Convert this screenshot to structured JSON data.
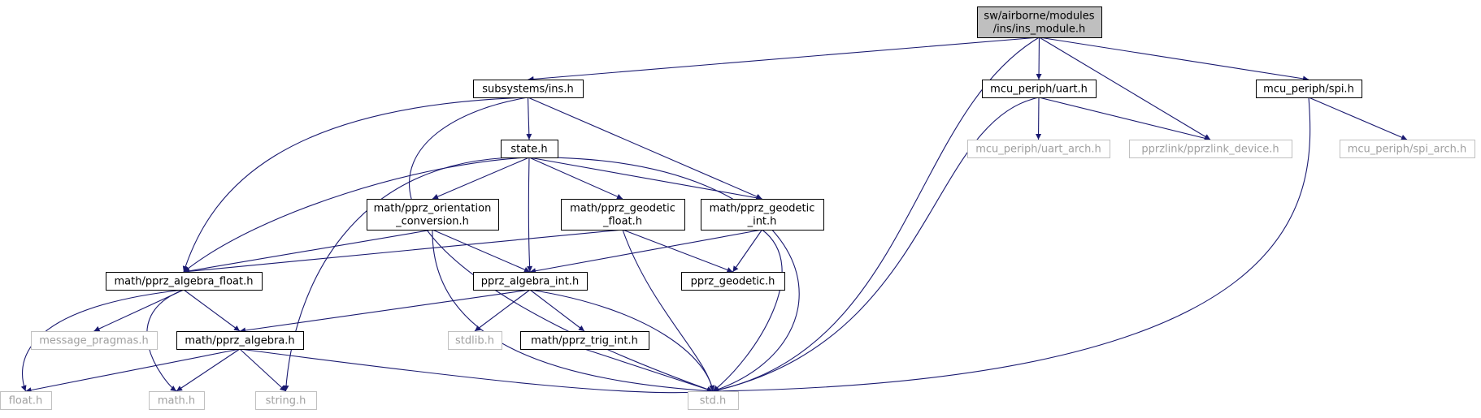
{
  "colors": {
    "edge": "#191970",
    "root_fill": "#bfbfbf",
    "node_border": "#000000",
    "external_border": "#c0c0c0",
    "external_text": "#a0a0a0",
    "text": "#000000"
  },
  "nodes": {
    "ins_module": {
      "lines": [
        "sw/airborne/modules",
        "/ins/ins_module.h"
      ],
      "kind": "root"
    },
    "subsystems_ins": {
      "lines": [
        "subsystems/ins.h"
      ],
      "kind": "normal"
    },
    "state_h": {
      "lines": [
        "state.h"
      ],
      "kind": "normal"
    },
    "orientation_conversion": {
      "lines": [
        "math/pprz_orientation",
        "_conversion.h"
      ],
      "kind": "normal"
    },
    "geodetic_float": {
      "lines": [
        "math/pprz_geodetic",
        "_float.h"
      ],
      "kind": "normal"
    },
    "geodetic_int": {
      "lines": [
        "math/pprz_geodetic",
        "_int.h"
      ],
      "kind": "normal"
    },
    "algebra_float": {
      "lines": [
        "math/pprz_algebra_float.h"
      ],
      "kind": "normal"
    },
    "algebra_int": {
      "lines": [
        "pprz_algebra_int.h"
      ],
      "kind": "normal"
    },
    "pprz_geodetic": {
      "lines": [
        "pprz_geodetic.h"
      ],
      "kind": "normal"
    },
    "message_pragmas": {
      "lines": [
        "message_pragmas.h"
      ],
      "kind": "external"
    },
    "pprz_algebra": {
      "lines": [
        "math/pprz_algebra.h"
      ],
      "kind": "normal"
    },
    "stdlib_h": {
      "lines": [
        "stdlib.h"
      ],
      "kind": "external"
    },
    "trig_int": {
      "lines": [
        "math/pprz_trig_int.h"
      ],
      "kind": "normal"
    },
    "float_h": {
      "lines": [
        "float.h"
      ],
      "kind": "external"
    },
    "math_h": {
      "lines": [
        "math.h"
      ],
      "kind": "external"
    },
    "string_h": {
      "lines": [
        "string.h"
      ],
      "kind": "external"
    },
    "std_h": {
      "lines": [
        "std.h"
      ],
      "kind": "external"
    },
    "uart_h": {
      "lines": [
        "mcu_periph/uart.h"
      ],
      "kind": "normal"
    },
    "uart_arch": {
      "lines": [
        "mcu_periph/uart_arch.h"
      ],
      "kind": "external"
    },
    "pprzlink_device": {
      "lines": [
        "pprzlink/pprzlink_device.h"
      ],
      "kind": "external"
    },
    "spi_h": {
      "lines": [
        "mcu_periph/spi.h"
      ],
      "kind": "normal"
    },
    "spi_arch": {
      "lines": [
        "mcu_periph/spi_arch.h"
      ],
      "kind": "external"
    }
  },
  "edges": [
    [
      "ins_module",
      "subsystems_ins"
    ],
    [
      "ins_module",
      "std_h"
    ],
    [
      "ins_module",
      "uart_h"
    ],
    [
      "ins_module",
      "pprzlink_device"
    ],
    [
      "ins_module",
      "spi_h"
    ],
    [
      "subsystems_ins",
      "algebra_float"
    ],
    [
      "subsystems_ins",
      "std_h"
    ],
    [
      "subsystems_ins",
      "state_h"
    ],
    [
      "subsystems_ins",
      "geodetic_int"
    ],
    [
      "state_h",
      "orientation_conversion"
    ],
    [
      "state_h",
      "geodetic_float"
    ],
    [
      "state_h",
      "geodetic_int"
    ],
    [
      "state_h",
      "algebra_float"
    ],
    [
      "state_h",
      "algebra_int"
    ],
    [
      "state_h",
      "string_h"
    ],
    [
      "state_h",
      "std_h"
    ],
    [
      "orientation_conversion",
      "algebra_float"
    ],
    [
      "orientation_conversion",
      "algebra_int"
    ],
    [
      "orientation_conversion",
      "std_h"
    ],
    [
      "geodetic_float",
      "algebra_float"
    ],
    [
      "geodetic_float",
      "pprz_geodetic"
    ],
    [
      "geodetic_float",
      "std_h"
    ],
    [
      "geodetic_int",
      "algebra_int"
    ],
    [
      "geodetic_int",
      "pprz_geodetic"
    ],
    [
      "geodetic_int",
      "std_h"
    ],
    [
      "algebra_float",
      "message_pragmas"
    ],
    [
      "algebra_float",
      "pprz_algebra"
    ],
    [
      "algebra_float",
      "float_h"
    ],
    [
      "algebra_float",
      "math_h"
    ],
    [
      "algebra_int",
      "pprz_algebra"
    ],
    [
      "algebra_int",
      "stdlib_h"
    ],
    [
      "algebra_int",
      "trig_int"
    ],
    [
      "algebra_int",
      "std_h"
    ],
    [
      "pprz_algebra",
      "float_h"
    ],
    [
      "pprz_algebra",
      "math_h"
    ],
    [
      "pprz_algebra",
      "string_h"
    ],
    [
      "pprz_algebra",
      "std_h"
    ],
    [
      "trig_int",
      "std_h"
    ],
    [
      "uart_h",
      "uart_arch"
    ],
    [
      "uart_h",
      "pprzlink_device"
    ],
    [
      "uart_h",
      "std_h"
    ],
    [
      "spi_h",
      "spi_arch"
    ],
    [
      "spi_h",
      "std_h"
    ]
  ]
}
